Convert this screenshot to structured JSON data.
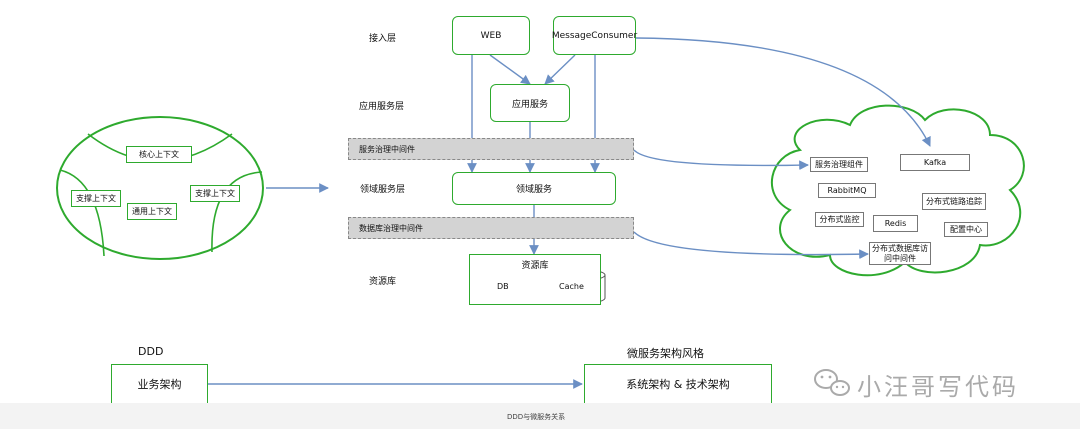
{
  "layers": {
    "access": "接入层",
    "app": "应用服务层",
    "domain": "领域服务层",
    "resource": "资源库"
  },
  "bands": {
    "service_gov": "服务治理中间件",
    "db_gov": "数据库治理中间件"
  },
  "nodes": {
    "web": "WEB",
    "consumer": "MessageConsumer",
    "app_service": "应用服务",
    "domain_service": "领域服务"
  },
  "resource_pool": {
    "title": "资源库",
    "db": "DB",
    "cache": "Cache"
  },
  "context_map": {
    "core": "核心上下文",
    "support_left": "支撑上下文",
    "generic": "通用上下文",
    "support_right": "支撑上下文"
  },
  "cloud": {
    "items": [
      "服务治理组件",
      "Kafka",
      "RabbitMQ",
      "分布式链路追踪",
      "分布式监控",
      "Redis",
      "配置中心",
      "分布式数据库访问中间件"
    ]
  },
  "bottom": {
    "ddd_label": "DDD",
    "ms_label": "微服务架构风格",
    "business_arch": "业务架构",
    "system_arch": "系统架构 & 技术架构"
  },
  "watermark": "小汪哥写代码",
  "caption": "DDD与微服务关系",
  "colors": {
    "green": "#2eaa2e",
    "arrow": "#6b8fc4",
    "band": "#d3d3d3"
  }
}
